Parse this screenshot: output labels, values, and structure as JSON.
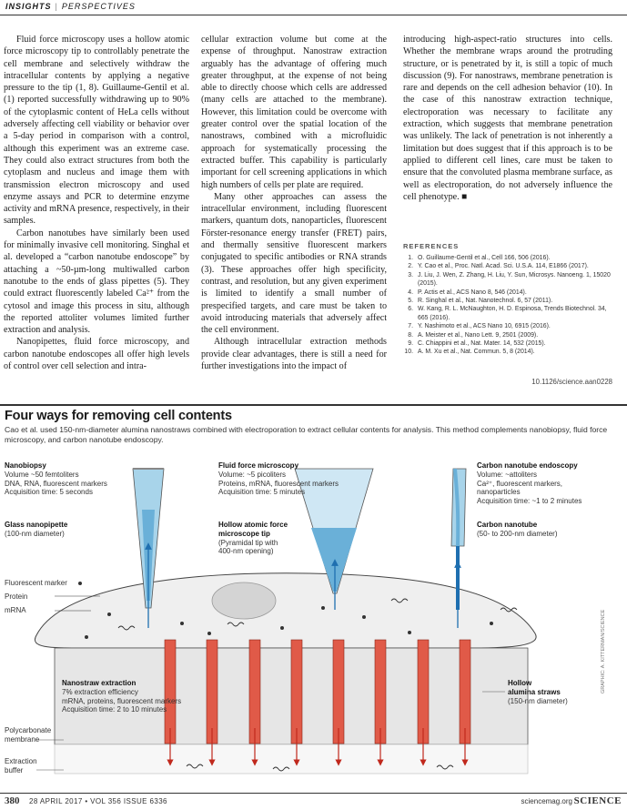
{
  "header": {
    "section": "INSIGHTS",
    "separator": "|",
    "subsection": "PERSPECTIVES"
  },
  "article": {
    "col1": [
      "Fluid force microscopy uses a hollow atomic force microscopy tip to controllably penetrate the cell membrane and selectively withdraw the intracellular contents by applying a negative pressure to the tip (1, 8). Guillaume-Gentil et al. (1) reported successfully withdrawing up to 90% of the cytoplasmic content of HeLa cells without adversely affecting cell viability or behavior over a 5-day period in comparison with a control, although this experiment was an extreme case. They could also extract structures from both the cytoplasm and nucleus and image them with transmission electron microscopy and used enzyme assays and PCR to determine enzyme activity and mRNA presence, respectively, in their samples.",
      "Carbon nanotubes have similarly been used for minimally invasive cell monitoring. Singhal et al. developed a “carbon nanotube endoscope” by attaching a ~50-µm-long multiwalled carbon nanotube to the ends of glass pipettes (5). They could extract fluorescently labeled Ca²⁺ from the cytosol and image this process in situ, although the reported attoliter volumes limited further extraction and analysis.",
      "Nanopipettes, fluid force microscopy, and carbon nanotube endoscopes all offer high levels of control over cell selection and intra-"
    ],
    "col2": [
      "cellular extraction volume but come at the expense of throughput. Nanostraw extraction arguably has the advantage of offering much greater throughput, at the expense of not being able to directly choose which cells are addressed (many cells are attached to the membrane). However, this limitation could be overcome with greater control over the spatial location of the nanostraws, combined with a microfluidic approach for systematically processing the extracted buffer. This capability is particularly important for cell screening applications in which high numbers of cells per plate are required.",
      "Many other approaches can assess the intracellular environment, including fluorescent markers, quantum dots, nanoparticles, fluorescent Förster-resonance energy transfer (FRET) pairs, and thermally sensitive fluorescent markers conjugated to specific antibodies or RNA strands (3). These approaches offer high specificity, contrast, and resolution, but any given experiment is limited to identify a small number of prespecified targets, and care must be taken to avoid introducing materials that adversely affect the cell environment.",
      "Although intracellular extraction methods provide clear advantages, there is still a need for further investigations into the impact of"
    ],
    "col3": [
      "introducing high-aspect-ratio structures into cells. Whether the membrane wraps around the protruding structure, or is penetrated by it, is still a topic of much discussion (9). For nanostraws, membrane penetration is rare and depends on the cell adhesion behavior (10). In the case of this nanostraw extraction technique, electroporation was necessary to facilitate any extraction, which suggests that membrane penetration was unlikely. The lack of penetration is not inherently a limitation but does suggest that if this approach is to be applied to different cell lines, care must be taken to ensure that the convoluted plasma membrane surface, as well as electroporation, do not adversely influence the cell phenotype. ■"
    ]
  },
  "references": {
    "title": "REFERENCES",
    "items": [
      {
        "n": "1.",
        "text": "O. Guillaume-Gentil et al., Cell 166, 506 (2016)."
      },
      {
        "n": "2.",
        "text": "Y. Cao et al., Proc. Natl. Acad. Sci. U.S.A. 114, E1866 (2017)."
      },
      {
        "n": "3.",
        "text": "J. Liu, J. Wen, Z. Zhang, H. Liu, Y. Sun, Microsys. Nanoeng. 1, 15020 (2015)."
      },
      {
        "n": "4.",
        "text": "P. Actis et al., ACS Nano 8, 546 (2014)."
      },
      {
        "n": "5.",
        "text": "R. Singhal et al., Nat. Nanotechnol. 6, 57 (2011)."
      },
      {
        "n": "6.",
        "text": "W. Kang, R. L. McNaughton, H. D. Espinosa, Trends Biotechnol. 34, 665 (2016)."
      },
      {
        "n": "7.",
        "text": "Y. Nashimoto et al., ACS Nano 10, 6915 (2016)."
      },
      {
        "n": "8.",
        "text": "A. Meister et al., Nano Lett. 9, 2501 (2009)."
      },
      {
        "n": "9.",
        "text": "C. Chiappini et al., Nat. Mater. 14, 532 (2015)."
      },
      {
        "n": "10.",
        "text": "A. M. Xu et al., Nat. Commun. 5, 8 (2014)."
      }
    ],
    "doi": "10.1126/science.aan0228"
  },
  "figure": {
    "title": "Four ways for removing cell contents",
    "caption": "Cao et al. used 150-nm-diameter alumina nanostraws combined with electroporation to extract cellular contents for analysis. This method complements nanobiopsy, fluid force microscopy, and carbon nanotube endoscopy.",
    "nanobiopsy": {
      "title": "Nanobiopsy",
      "lines": [
        "Volume ~50 femtoliters",
        "DNA, RNA, fluorescent markers",
        "Acquisition time: 5 seconds"
      ]
    },
    "ffm": {
      "title": "Fluid force microscopy",
      "lines": [
        "Volume: ~5 picoliters",
        "Proteins, mRNA, fluorescent markers",
        "Acquisition time: 5 minutes"
      ]
    },
    "cne": {
      "title": "Carbon nanotube endoscopy",
      "lines": [
        "Volume: ~attoliters",
        "Ca²⁺, fluorescent markers,",
        "nanoparticles",
        "Acquisition time: ~1 to 2 minutes"
      ]
    },
    "pipette": {
      "title": "Glass nanopipette",
      "lines": [
        "(100-nm diameter)"
      ]
    },
    "afm_tip": {
      "title": "Hollow atomic force",
      "title2": "microscope tip",
      "lines": [
        "(Pyramidal tip with",
        "400-nm opening)"
      ]
    },
    "cnt": {
      "title": "Carbon nanotube",
      "lines": [
        "(50- to 200-nm diameter)"
      ]
    },
    "legend": [
      "Fluorescent marker",
      "Protein",
      "mRNA"
    ],
    "nanostraw": {
      "title": "Nanostraw extraction",
      "lines": [
        "7% extraction efficiency",
        "mRNA, proteins, fluorescent markers",
        "Acquisition time: 2 to 10 minutes"
      ]
    },
    "straws": {
      "title": "Hollow",
      "title2": "alumina straws",
      "lines": [
        "(150-nm diameter)"
      ]
    },
    "membrane": [
      "Polycarbonate",
      "membrane"
    ],
    "buffer": [
      "Extraction",
      "buffer"
    ],
    "credit": "GRAPHIC: A. KITTERMAN/SCIENCE",
    "colors": {
      "pipette": "#a8d4ea",
      "fluid": "#6ab0d8",
      "straw": "#e05a48",
      "arrow_blue": "#1f6fb0",
      "arrow_red": "#c0281c",
      "cell": "#efefef"
    }
  },
  "footer": {
    "page": "380",
    "date": "28 APRIL 2017 • VOL 356 ISSUE 6336",
    "site": "sciencemag.org",
    "brand": "SCIENCE"
  }
}
